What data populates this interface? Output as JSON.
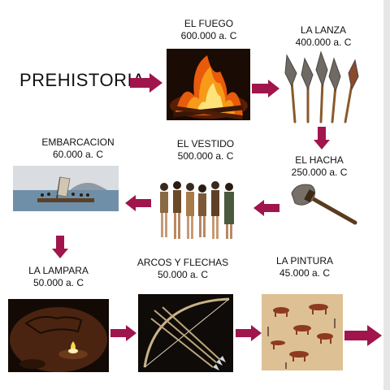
{
  "title": "PREHISTORIA",
  "colors": {
    "arrow": "#a0154c",
    "text": "#111111"
  },
  "steps": [
    {
      "name": "EL FUEGO",
      "date": "600.000 a. C",
      "icon": "fire-icon"
    },
    {
      "name": "LA LANZA",
      "date": "400.000 a. C",
      "icon": "spearheads-icon"
    },
    {
      "name": "EL HACHA",
      "date": "250.000 a. C",
      "icon": "stone-axe-icon"
    },
    {
      "name": "EL VESTIDO",
      "date": "500.000 a. C",
      "icon": "clothed-people-icon"
    },
    {
      "name": "EMBARCACION",
      "date": "60.000 a. C",
      "icon": "raft-icon"
    },
    {
      "name": "LA LAMPARA",
      "date": "50.000 a. C",
      "icon": "lamp-icon"
    },
    {
      "name": "ARCOS Y FLECHAS",
      "date": "50.000 a. C",
      "icon": "bow-arrows-icon"
    },
    {
      "name": "LA PINTURA",
      "date": "45.000 a. C",
      "icon": "cave-painting-icon"
    }
  ]
}
